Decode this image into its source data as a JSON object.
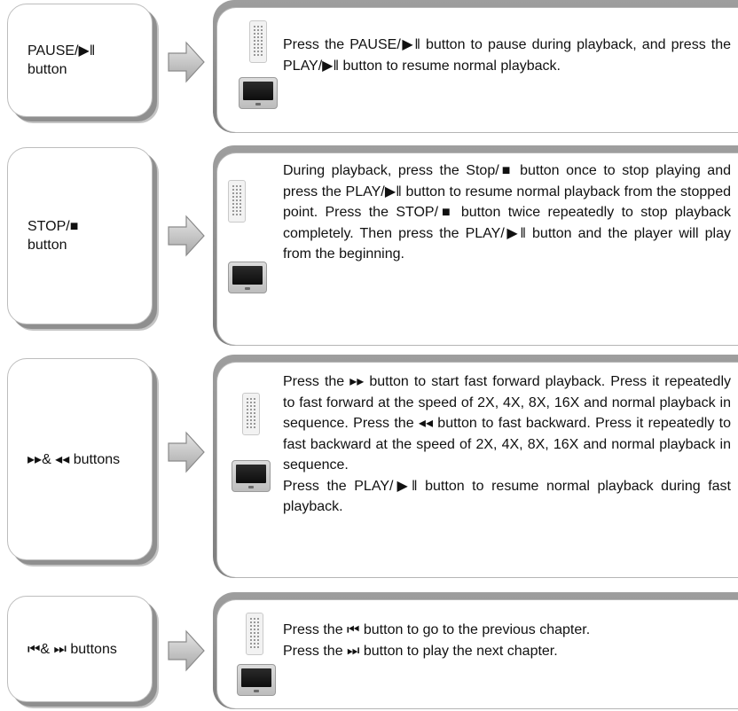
{
  "sections": [
    {
      "label_lines": [
        "PAUSE/▶‖",
        "button"
      ],
      "paragraphs": [
        "Press the PAUSE/▶‖ button to pause during playback, and press the PLAY/▶‖ button to resume normal playback."
      ]
    },
    {
      "label_lines": [
        "STOP/■",
        "button"
      ],
      "paragraphs": [
        "During playback, press the Stop/■ button once to stop playing and press the PLAY/▶‖ button to resume normal playback from the stopped point. Press the STOP/■ button twice repeatedly to stop playback completely. Then press the PLAY/▶‖ button and the player will play from the beginning."
      ]
    },
    {
      "label_lines": [
        "▸▸& ◂◂ buttons"
      ],
      "paragraphs": [
        "Press the ▸▸ button to start fast forward playback. Press it repeatedly to fast forward at the speed of 2X, 4X, 8X, 16X and normal playback in sequence. Press the ◂◂ button to fast backward. Press it repeatedly to fast backward at the speed of 2X, 4X, 8X, 16X and normal playback in sequence.",
        "Press the PLAY/▶‖ button to resume normal playback during fast playback."
      ]
    },
    {
      "label_lines": [
        "⏮& ⏭ buttons"
      ],
      "paragraphs": [
        "Press the ⏮ button to go to the previous chapter.",
        "Press the ⏭ button to play the next chapter."
      ]
    }
  ]
}
